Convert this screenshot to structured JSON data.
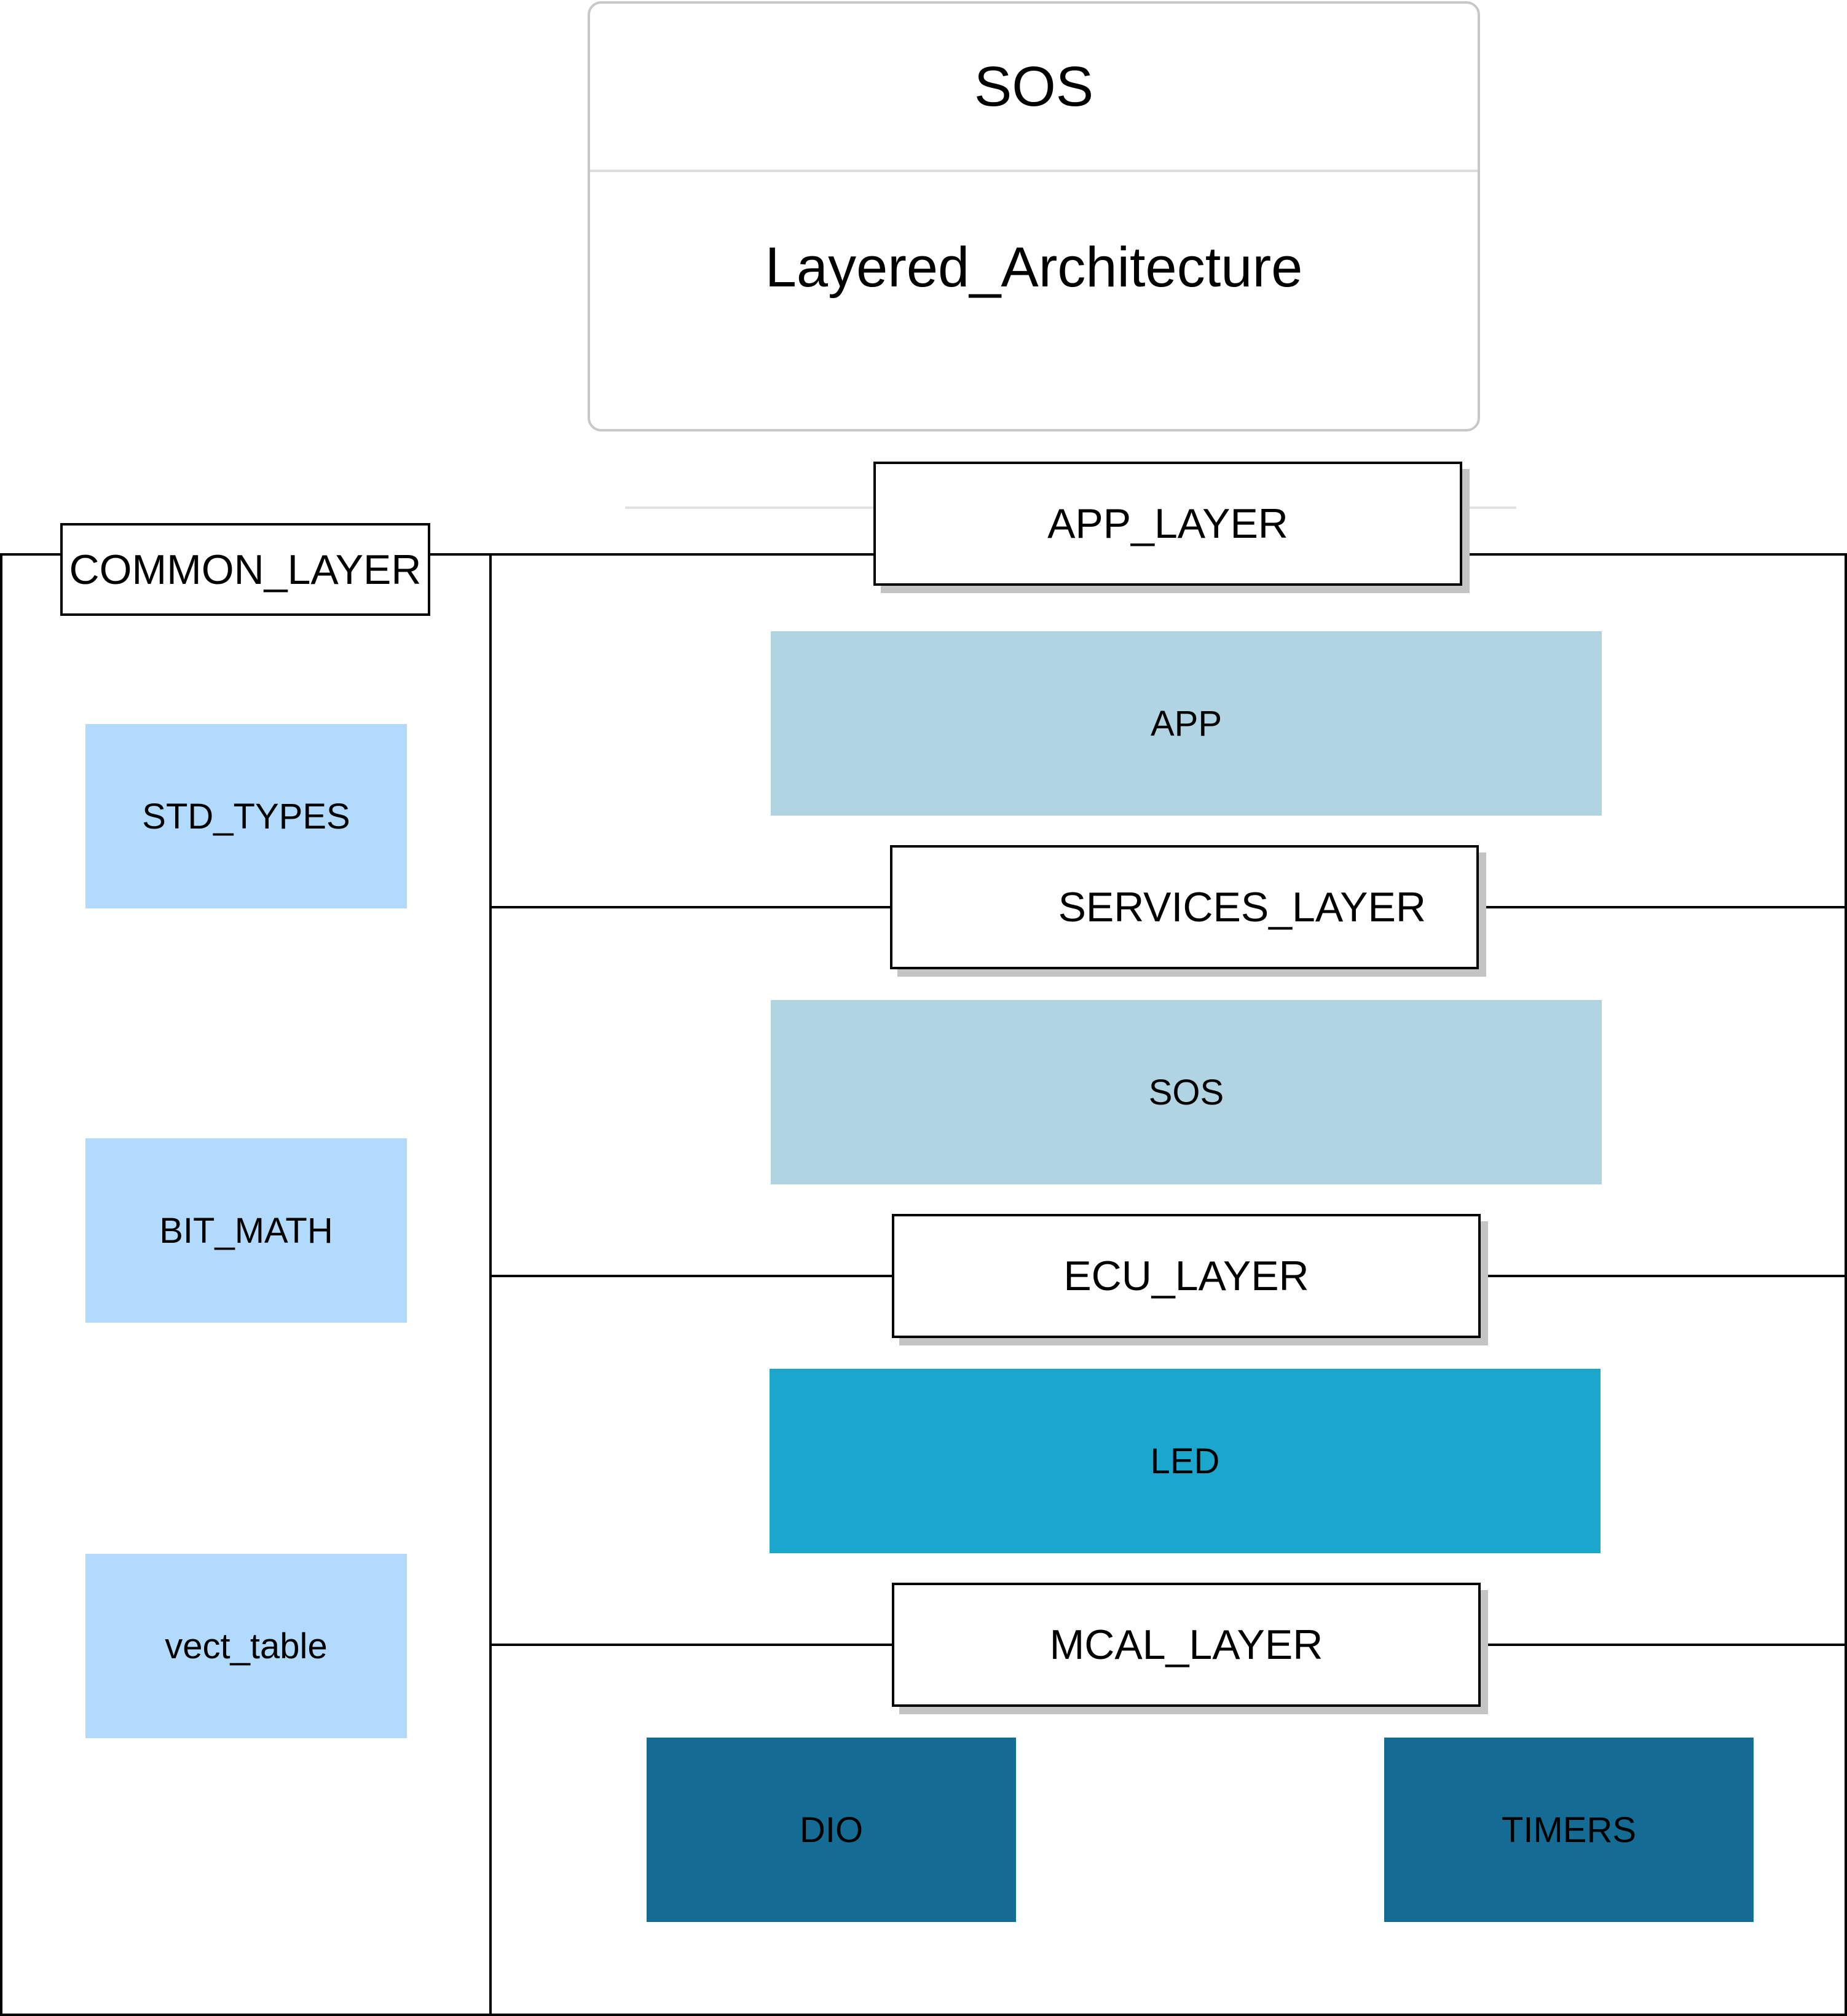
{
  "header": {
    "title": "SOS",
    "subtitle": "Layered_Architecture"
  },
  "common_layer": {
    "label": "COMMON_LAYER",
    "items": [
      {
        "label": "STD_TYPES"
      },
      {
        "label": "BIT_MATH"
      },
      {
        "label": "vect_table"
      }
    ]
  },
  "layers": {
    "app": {
      "label": "APP_LAYER",
      "modules": [
        {
          "label": "APP"
        }
      ]
    },
    "services": {
      "label": "SERVICES_LAYER",
      "modules": [
        {
          "label": "SOS"
        }
      ]
    },
    "ecu": {
      "label": "ECU_LAYER",
      "modules": [
        {
          "label": "LED"
        }
      ]
    },
    "mcal": {
      "label": "MCAL_LAYER",
      "modules": [
        {
          "label": "DIO"
        },
        {
          "label": "TIMERS"
        }
      ]
    }
  },
  "colors": {
    "common_block": "#b1dafd",
    "app_block": "#b1d4e3",
    "services_block": "#b1d4e3",
    "ecu_block": "#1ba7cd",
    "mcal_block": "#146c95",
    "label_shadow": "#c4c4c4",
    "title_border": "#c8c8c8"
  }
}
